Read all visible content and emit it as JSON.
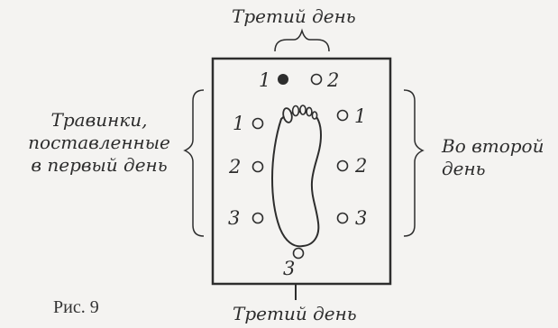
{
  "labels": {
    "top": "Третий день",
    "bottom": "Третий день",
    "left_line1": "Травинки,",
    "left_line2": "поставленные",
    "left_line3": "в первый день",
    "right_line1": "Во второй",
    "right_line2": "день"
  },
  "positions": {
    "top_left": "1",
    "top_right": "2",
    "left_1": "1",
    "left_2": "2",
    "left_3": "3",
    "right_1": "1",
    "right_2": "2",
    "right_3": "3",
    "bottom": "3"
  },
  "caption": "Рис. 9",
  "colors": {
    "ink": "#2d2d2d",
    "background": "#f4f3f1"
  }
}
